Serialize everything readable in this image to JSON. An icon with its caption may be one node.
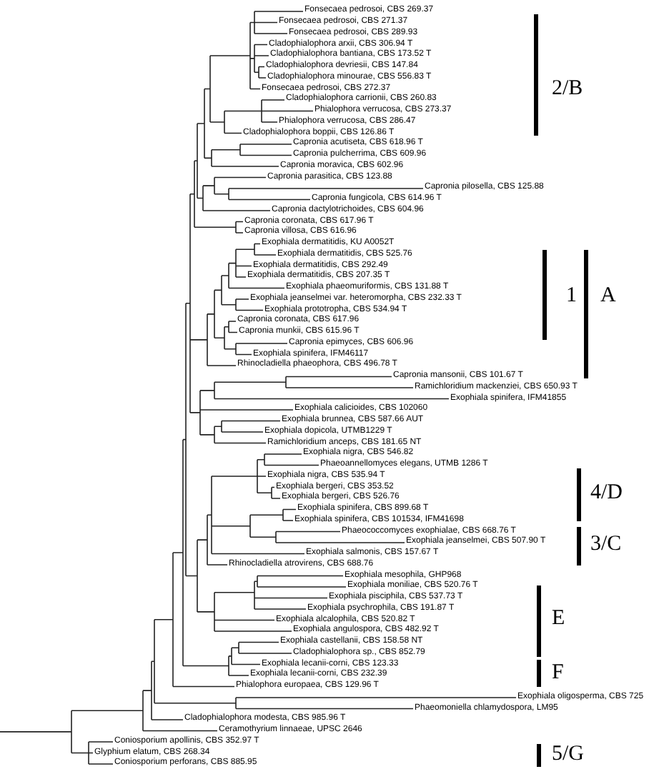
{
  "diagram": {
    "labels": [
      "Fonsecaea pedrosoi, CBS 269.37",
      "Fonsecaea pedrosoi, CBS 271.37",
      "Fonsecaea pedrosoi, CBS 289.93",
      "Cladophialophora arxii, CBS 306.94 T",
      "Cladophialophora bantiana, CBS 173.52 T",
      "Cladophialophora devriesii, CBS 147.84",
      "Cladophialophora minourae, CBS 556.83 T",
      "Fonsecaea pedrosoi, CBS 272.37",
      "Cladophialophora carrionii, CBS 260.83",
      "Phialophora verrucosa, CBS 273.37",
      "Phialophora verrucosa, CBS 286.47",
      "Cladophialophora boppii, CBS 126.86 T",
      "Capronia acutiseta, CBS 618.96 T",
      "Capronia pulcherrima, CBS 609.96",
      "Capronia moravica, CBS 602.96",
      "Capronia parasitica, CBS 123.88",
      "Capronia pilosella, CBS 125.88",
      "Capronia fungicola, CBS 614.96 T",
      "Capronia dactylotrichoides, CBS 604.96",
      "Capronia coronata, CBS 617.96 T",
      "Capronia villosa, CBS 616.96",
      "Exophiala dermatitidis, KU A0052T",
      "Exophiala dermatitidis, CBS 525.76",
      "Exophiala dermatitidis, CBS 292.49",
      "Exophiala dermatitidis, CBS 207.35 T",
      "Exophiala phaeomuriformis, CBS 131.88 T",
      "Exophiala jeanselmei var. heteromorpha, CBS 232.33 T",
      "Exophiala prototropha, CBS 534.94 T",
      "Capronia coronata, CBS 617.96",
      "Capronia munkii, CBS 615.96 T",
      "Capronia epimyces, CBS 606.96",
      "Exophiala spinifera, IFM46117",
      "Rhinocladiella phaeophora, CBS 496.78 T",
      "Capronia mansonii, CBS 101.67 T",
      "Ramichloridium mackenziei, CBS 650.93 T",
      "Exophiala spinifera, IFM41855",
      "Exophiala calicioides, CBS 102060",
      "Exophiala brunnea, CBS 587.66 AUT",
      "Exophiala dopicola, UTMB1229 T",
      "Ramichloridium anceps, CBS 181.65 NT",
      "Exophiala nigra, CBS 546.82",
      "Phaeoannellomyces elegans, UTMB 1286 T",
      "Exophiala nigra, CBS 535.94 T",
      "Exophiala bergeri, CBS 353.52",
      "Exophiala bergeri, CBS 526.76",
      "Exophiala spinifera, CBS 899.68 T",
      "Exophiala spinifera, CBS 101534, IFM41698",
      "Phaeococcomyces exophialae, CBS 668.76 T",
      "Exophiala jeanselmei, CBS 507.90 T",
      "Exophiala salmonis, CBS 157.67 T",
      "Rhinocladiella atrovirens, CBS 688.76",
      "Exophiala mesophila, GHP968",
      "Exophiala moniliae, CBS 520.76 T",
      "Exophiala pisciphila, CBS 537.73 T",
      "Exophiala psychrophila, CBS 191.87 T",
      "Exophiala alcalophila, CBS 520.82 T",
      "Exophiala angulospora, CBS 482.92 T",
      "Exophiala castellanii, CBS 158.58 NT",
      "Cladophialophora sp., CBS 852.79",
      "Exophiala lecanii-corni, CBS 123.33",
      "Exophiala lecanii-corni, CBS 232.39",
      "Phialophora europaea, CBS 129.96 T",
      "Exophiala oligosperma, CBS 725",
      "Phaeomoniella chlamydospora, LM95",
      "Cladophialophora modesta, CBS 985.96 T",
      "Ceramothyrium linnaeae, UPSC 2646",
      "Coniosporium apollinis, CBS 352.97 T",
      "Glyphium elatum, CBS 268.34",
      "Coniosporium perforans, CBS 885.95",
      "2/B",
      "1",
      "A",
      "4/D",
      "3/C",
      "E",
      "F",
      "5/G"
    ]
  }
}
